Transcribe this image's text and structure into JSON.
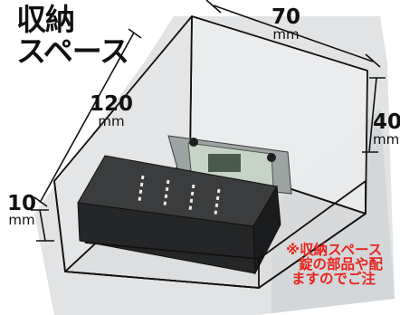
{
  "title": {
    "line1": "収納",
    "line2": "スペース"
  },
  "dimensions": {
    "width": {
      "value": "70",
      "unit": "mm"
    },
    "depth": {
      "value": "120",
      "unit": "mm"
    },
    "height": {
      "value": "40",
      "unit": "mm"
    },
    "base": {
      "value": "10",
      "unit": "mm"
    }
  },
  "note": {
    "line1": "※収納スペース",
    "line2": "錠の部品や配",
    "line3": "ますのでご注"
  },
  "colors": {
    "note_text": "#e8231d",
    "outline": "#111111",
    "lock_body": "#2b2d2f"
  }
}
